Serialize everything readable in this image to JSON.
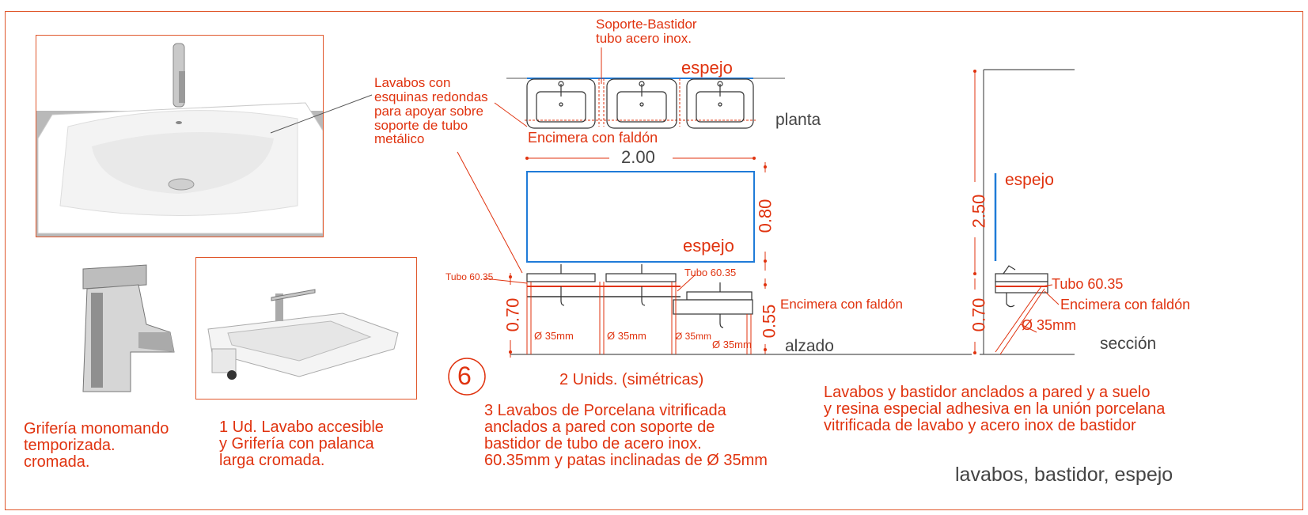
{
  "photos": {
    "washbasin": {
      "caption": ""
    },
    "tap": {
      "caption": "Grifería monomando\ntemporizada.\ncromada."
    },
    "accessible": {
      "caption": "1 Ud. Lavabo accesible\ny Grifería con palanca\nlarga cromada."
    }
  },
  "plan": {
    "support_label": "Soporte-Bastidor\ntubo acero inox.",
    "mirror_label": "espejo",
    "view_label": "planta",
    "rounded_note": "Lavabos con\nesquinas redondas\npara apoyar sobre\nsoporte de tubo\nmetálico",
    "countertop_label": "Encimera con faldón"
  },
  "elevation": {
    "width_dim": "2.00",
    "mirror_height_dim": "0.80",
    "mirror_label": "espejo",
    "tube_left": "Tubo 60.35",
    "tube_right": "Tubo 60.35",
    "height_left_dim": "0.70",
    "height_right_dim": "0.55",
    "countertop_label": "Encimera con faldón",
    "leg_labels": [
      "Ø 35mm",
      "Ø 35mm",
      "Ø 35mm",
      "Ø 35mm"
    ],
    "view_label": "alzado",
    "number": "6",
    "units_label": "2 Unids. (simétricas)",
    "description": "3 Lavabos de Porcelana vitrificada\nanclados a pared con soporte de\nbastidor de tubo de acero inox.\n60.35mm y patas inclinadas de Ø 35mm"
  },
  "section": {
    "total_height_dim": "2.50",
    "mirror_label": "espejo",
    "tube_label": "Tubo 60.35",
    "countertop_label": "Encimera con faldón",
    "leg_label": "Ø 35mm",
    "height_dim": "0.70",
    "view_label": "sección",
    "note": "Lavabos y bastidor anclados a pared y a suelo\ny resina especial adhesiva en la unión porcelana\nvitrificada de lavabo y acero inox de bastidor"
  },
  "footer_title": "lavabos, bastidor, espejo",
  "colors": {
    "accent": "#e0330f",
    "mirror": "#1f7bd8",
    "line": "#333333"
  }
}
